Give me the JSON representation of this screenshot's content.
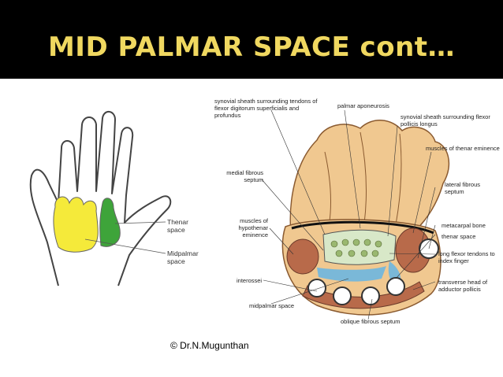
{
  "slide": {
    "title": "MID PALMAR SPACE  cont…",
    "credit": "© Dr.N.Mugunthan"
  },
  "hand_diagram": {
    "labels": {
      "thenar": "Thenar space",
      "midpalmar": "Midpalmar space"
    },
    "colors": {
      "midpalmar_fill": "#f5ea3a",
      "thenar_fill": "#3ea43a"
    }
  },
  "cross_section": {
    "labels": {
      "syn_sheath_fds": "synovial sheath surrounding tendons of flexor digitorum superficialis and profundus",
      "palmar_aponeurosis": "palmar aponeurosis",
      "syn_sheath_fpl": "synovial sheath surrounding flexor pollicis longus",
      "thenar_muscles": "muscles of thenar eminence",
      "medial_septum": "medial fibrous septum",
      "lateral_septum": "lateral fibrous septum",
      "hypothenar_muscles": "muscles of hypothenar eminence",
      "metacarpal": "metacarpal bone",
      "thenar_space": "thenar space",
      "long_flexor": "long flexor tendons to index finger",
      "interossei": "interossei",
      "adductor": "transverse head of adductor pollicis",
      "midpalmar_space": "midpalmar space",
      "oblique_septum": "oblique fibrous septum"
    },
    "colors": {
      "skin": "#f0c890",
      "muscle": "#b86a4a",
      "space": "#7ab8d8",
      "sheath": "#d8e8c8"
    }
  }
}
